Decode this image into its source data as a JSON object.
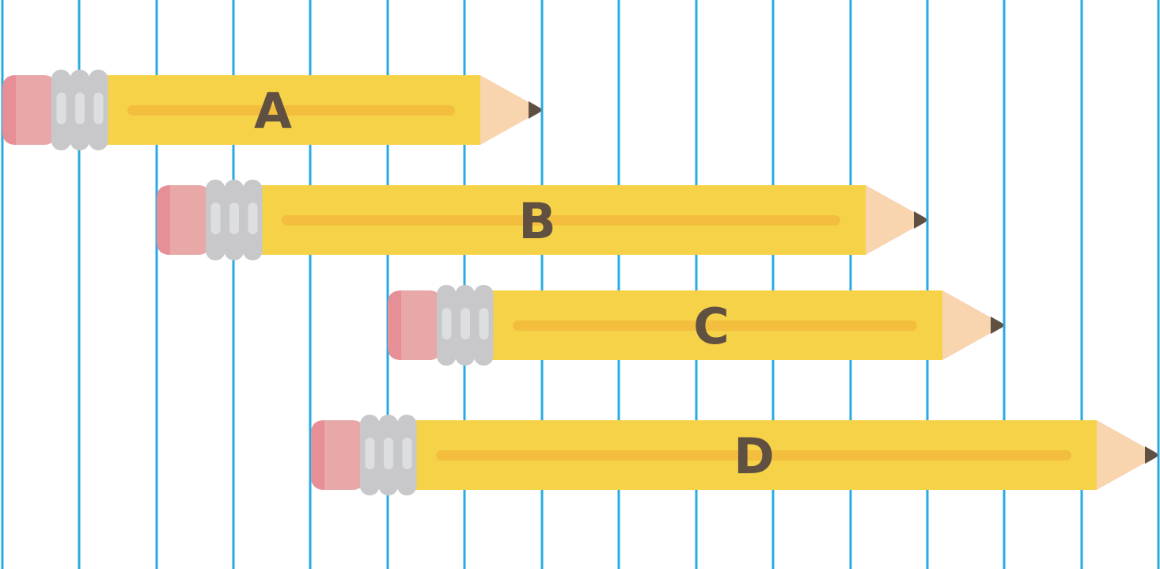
{
  "colors": {
    "background": "#ffffff",
    "ruled_line": "#27ABE2",
    "eraser": "#E8A8A8",
    "eraser_shade": "#E78F96",
    "ferrule": "#C8C8CA",
    "ferrule_slot": "#DDDEE0",
    "body": "#F6D248",
    "body_stripe": "#F3BE3E",
    "wood": "#F8D4AF",
    "lead": "#5F5042",
    "label": "#5F5042"
  },
  "icons": {
    "pencil": "pencil-icon",
    "eraser": "eraser-icon",
    "ferrule": "ferrule-icon",
    "tip": "pencil-tip-icon"
  },
  "pencils": [
    {
      "id": "a",
      "label": "A"
    },
    {
      "id": "b",
      "label": "B"
    },
    {
      "id": "c",
      "label": "C"
    },
    {
      "id": "d",
      "label": "D"
    }
  ]
}
